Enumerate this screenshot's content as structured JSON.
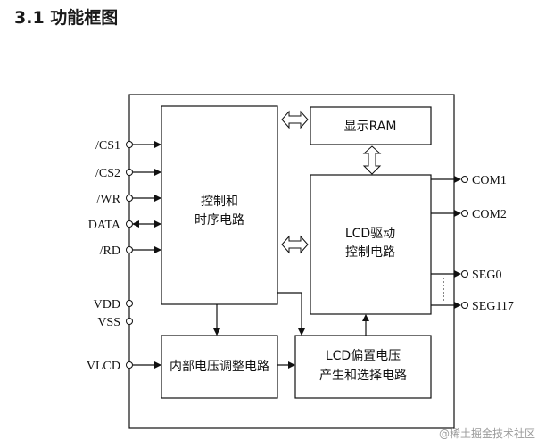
{
  "heading": "3.1  功能框图",
  "pins_left": {
    "cs1": "/CS1",
    "cs2": "/CS2",
    "wr": "/WR",
    "data": "DATA",
    "rd": "/RD",
    "vdd": "VDD",
    "vss": "VSS",
    "vlcd": "VLCD"
  },
  "pins_right": {
    "com1": "COM1",
    "com2": "COM2",
    "seg0": "SEG0",
    "seg117": "SEG117"
  },
  "blocks": {
    "control_logic": [
      "控制和",
      "时序电路"
    ],
    "display_ram": "显示RAM",
    "lcd_driver": [
      "LCD驱动",
      "控制电路"
    ],
    "regulator": "内部电压调整电路",
    "bias": [
      "LCD偏置电压",
      "产生和选择电路"
    ]
  },
  "watermark": "@稀土掘金技术社区"
}
